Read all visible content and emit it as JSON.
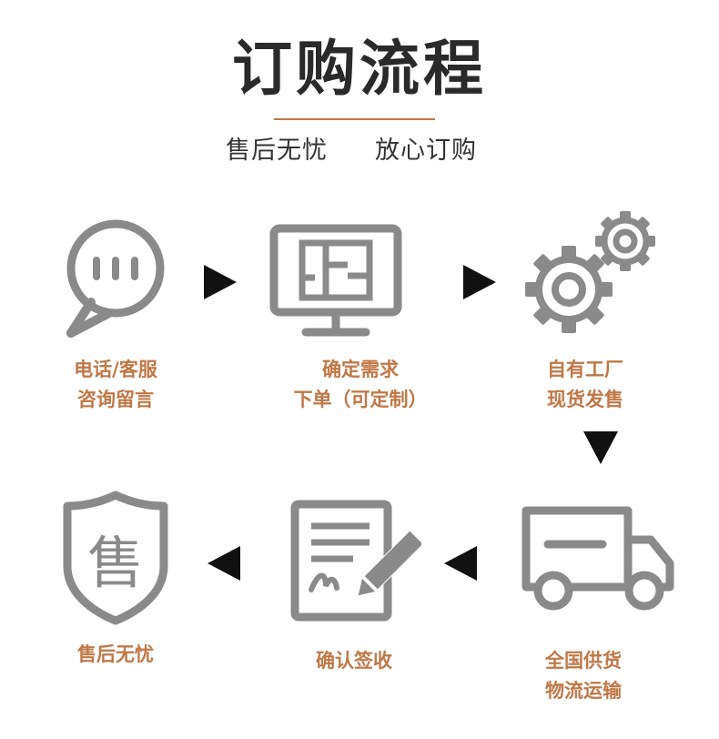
{
  "title": "订购流程",
  "subtitle": {
    "left": "售后无忧",
    "right": "放心订购"
  },
  "colors": {
    "accent": "#c07846",
    "icon_gray": "#8a8a8a",
    "arrow": "#111111",
    "title": "#2a2a2a"
  },
  "steps": [
    {
      "icon": "chat-bubble-icon",
      "line1": "电话/客服",
      "line2": "咨询留言"
    },
    {
      "icon": "monitor-floorplan-icon",
      "line1": "确定需求",
      "line2": "下单（可定制）"
    },
    {
      "icon": "gears-icon",
      "line1": "自有工厂",
      "line2": "现货发售"
    },
    {
      "icon": "delivery-truck-icon",
      "line1": "全国供货",
      "line2": "物流运输"
    },
    {
      "icon": "signed-document-icon",
      "line1": "确认签收",
      "line2": ""
    },
    {
      "icon": "after-sale-shield-icon",
      "line1": "售后无忧",
      "line2": "",
      "badge": "售"
    }
  ]
}
